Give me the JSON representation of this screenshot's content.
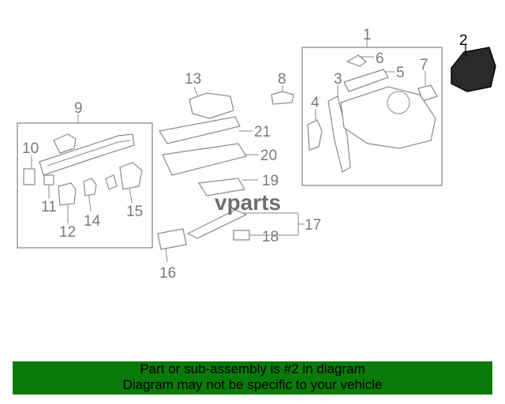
{
  "diagram": {
    "callouts": [
      "1",
      "2",
      "3",
      "4",
      "5",
      "6",
      "7",
      "8",
      "9",
      "10",
      "11",
      "12",
      "13",
      "14",
      "15",
      "16",
      "17",
      "18",
      "19",
      "20",
      "21"
    ],
    "highlight": "2",
    "highlight_color": "#000000",
    "label_color": "#7a7a7a",
    "watermark": "vparts"
  },
  "banner": {
    "line1": "Part or sub-assembly is #2 in diagram",
    "line2": "Diagram may not be specific to your vehicle",
    "background": "#0a7a0a"
  }
}
